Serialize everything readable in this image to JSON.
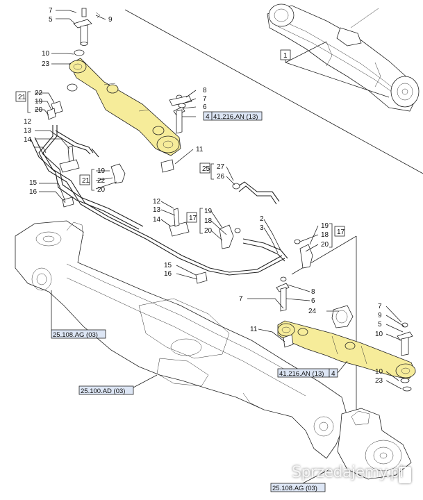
{
  "diagram": {
    "cylinder_color": "#f6ec9a",
    "callouts": {
      "c7a": "7",
      "c5a": "5",
      "c9a": "9",
      "c10a": "10",
      "c23a": "23",
      "c8a": "8",
      "c7b": "7",
      "c6a": "6",
      "c4a": "4",
      "c11a": "11",
      "c22a": "22",
      "c19a": "19",
      "c20a": "20",
      "c12a": "12",
      "c13a": "13",
      "c14a": "14",
      "c19b": "19",
      "c22b": "22",
      "c20b": "20",
      "c15a": "15",
      "c16a": "16",
      "c27": "27",
      "c26": "26",
      "c12b": "12",
      "c13b": "13",
      "c14b": "14",
      "c19c": "19",
      "c18a": "18",
      "c20c": "20",
      "c2": "2",
      "c3": "3",
      "c19d": "19",
      "c18b": "18",
      "c20d": "20",
      "c15b": "15",
      "c16b": "16",
      "c8b": "8",
      "c7c": "7",
      "c6b": "6",
      "c24": "24",
      "c11b": "11",
      "c7d": "7",
      "c9b": "9",
      "c5b": "5",
      "c10b": "10",
      "c10c": "10",
      "c23b": "23",
      "c4b": "4",
      "c1": "1"
    },
    "groups": {
      "g21a": "21",
      "g21b": "21",
      "g25": "25",
      "g17a": "17",
      "g17b": "17"
    },
    "references": {
      "ref_cyl_top": "41.216.AN (13)",
      "ref_cyl_bottom": "41.216.AN (13)",
      "ref_108_left": "25.108.AG (03)",
      "ref_100": "25.100.AD (03)",
      "ref_108_bottom": "25.108.AG (03)"
    },
    "watermark": "Sprzedajemy.pl"
  }
}
